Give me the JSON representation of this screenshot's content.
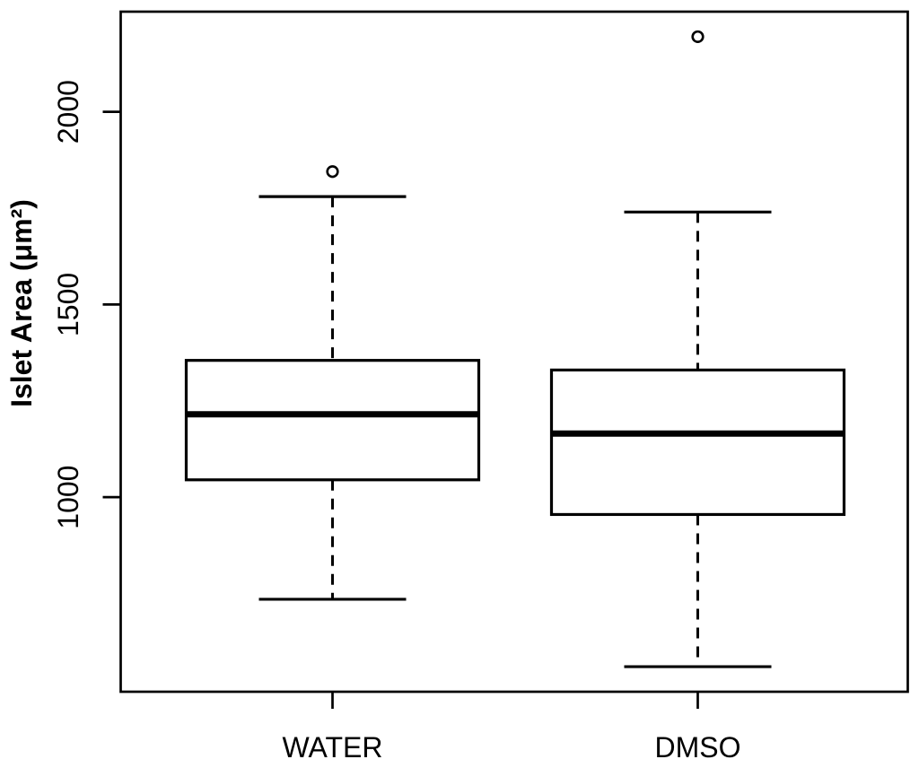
{
  "page": {
    "background": "#ffffff"
  },
  "chart_data": {
    "type": "boxplot",
    "title": "",
    "xlabel": "",
    "ylabel": "Islet Area (μm²)",
    "categories": [
      "WATER",
      "DMSO"
    ],
    "y_ticks": [
      1000,
      1500,
      2000
    ],
    "ylim": [
      495,
      2260
    ],
    "grid": false,
    "legend_position": "none",
    "colors": {
      "stroke": "#000000",
      "box_fill": "#ffffff",
      "background": "#ffffff"
    },
    "series": [
      {
        "name": "WATER",
        "lower_whisker": 735,
        "q1": 1045,
        "median": 1215,
        "q3": 1355,
        "upper_whisker": 1780,
        "outliers": [
          1845
        ]
      },
      {
        "name": "DMSO",
        "lower_whisker": 560,
        "q1": 955,
        "median": 1165,
        "q3": 1330,
        "upper_whisker": 1740,
        "outliers": [
          2195
        ]
      }
    ]
  }
}
